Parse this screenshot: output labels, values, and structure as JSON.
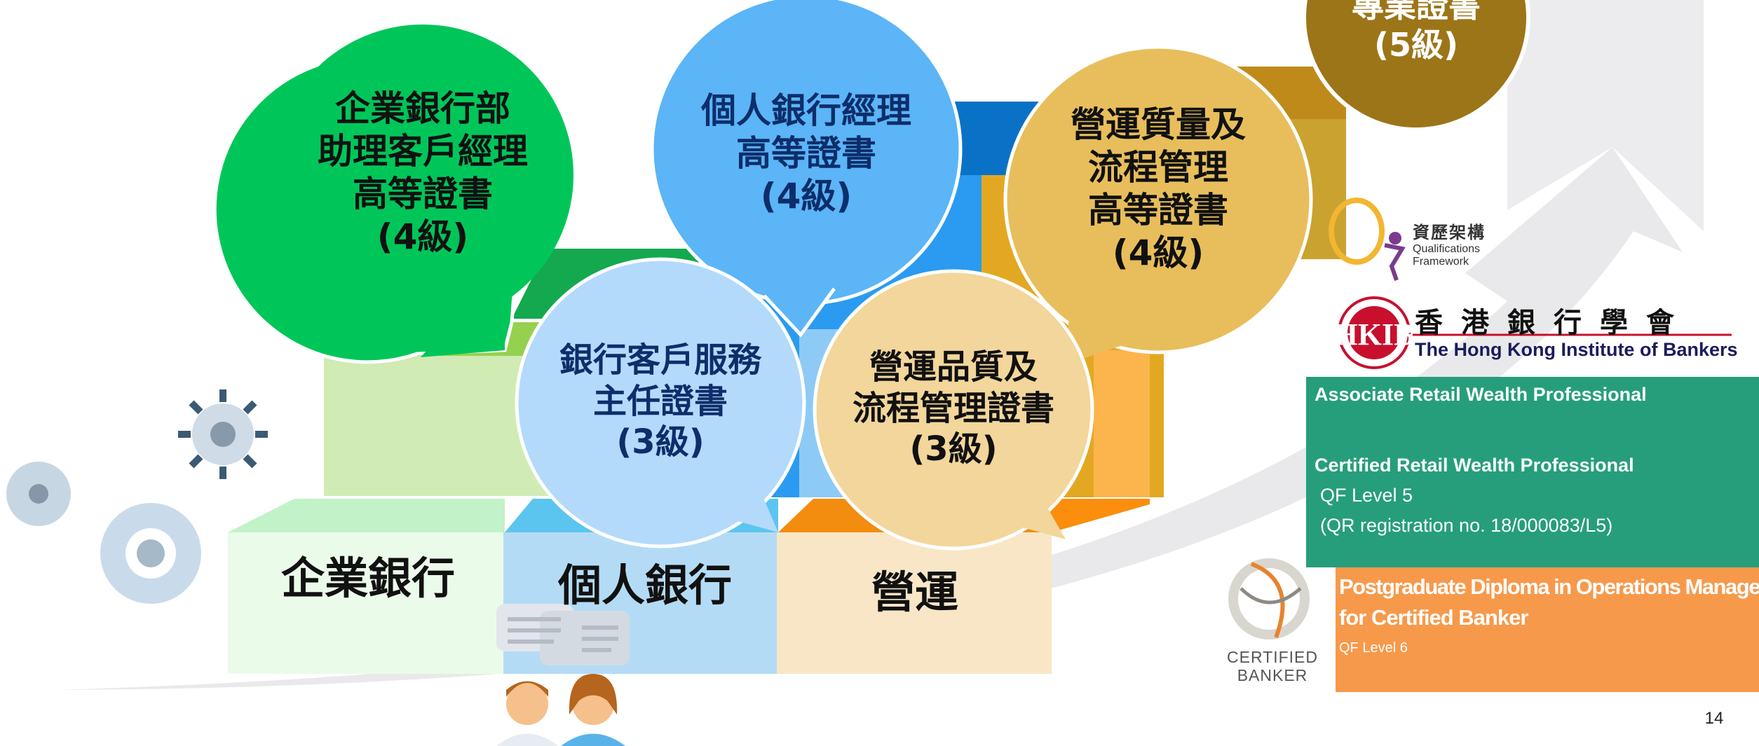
{
  "bubbles": {
    "corporate_l4": {
      "line1": "企業銀行部",
      "line2": "助理客戶經理",
      "line3": "高等證書",
      "line4": "(4級)",
      "color": "#00c65a"
    },
    "personal_l4": {
      "line1": "個人銀行經理",
      "line2": "高等證書",
      "line3": "(4級)",
      "color": "#5bb5f7"
    },
    "service_l3": {
      "line1": "銀行客戶服務",
      "line2": "主任證書",
      "line3": "(3級)",
      "color": "#b3dafb"
    },
    "operations_l4": {
      "line1": "營運質量及",
      "line2": "流程管理",
      "line3": "高等證書",
      "line4": "(4級)",
      "color": "#e8be5c"
    },
    "operations_l3": {
      "line1": "營運品質及",
      "line2": "流程管理證書",
      "line3": "(3級)",
      "color": "#f2d69b"
    },
    "professional_l5": {
      "line1": "專業證書",
      "line2": "(5級)",
      "color": "#9c7518"
    }
  },
  "base_labels": {
    "corporate": "企業銀行",
    "personal": "個人銀行",
    "operations": "營運"
  },
  "logos": {
    "qf": {
      "chinese": "資歷架構",
      "english_line1": "Qualifications",
      "english_line2": "Framework"
    },
    "hkib": {
      "chinese": "香 港 銀 行 學 會",
      "english": "The Hong Kong Institute of Bankers"
    },
    "certified_banker": {
      "line1": "CERTIFIED",
      "line2": "BANKER"
    }
  },
  "panels": {
    "green": {
      "title1": "Associate Retail Wealth Professional",
      "title2": "Certified Retail Wealth Professional",
      "level": "QF Level 5",
      "registration": "(QR registration no. 18/000083/L5)",
      "color": "#269e7b"
    },
    "orange": {
      "title_line1": "Postgraduate Diploma in Operations Management",
      "title_line2": "for Certified Banker",
      "level": "QF Level 6",
      "color": "#f7994b"
    }
  },
  "page_number": "14"
}
